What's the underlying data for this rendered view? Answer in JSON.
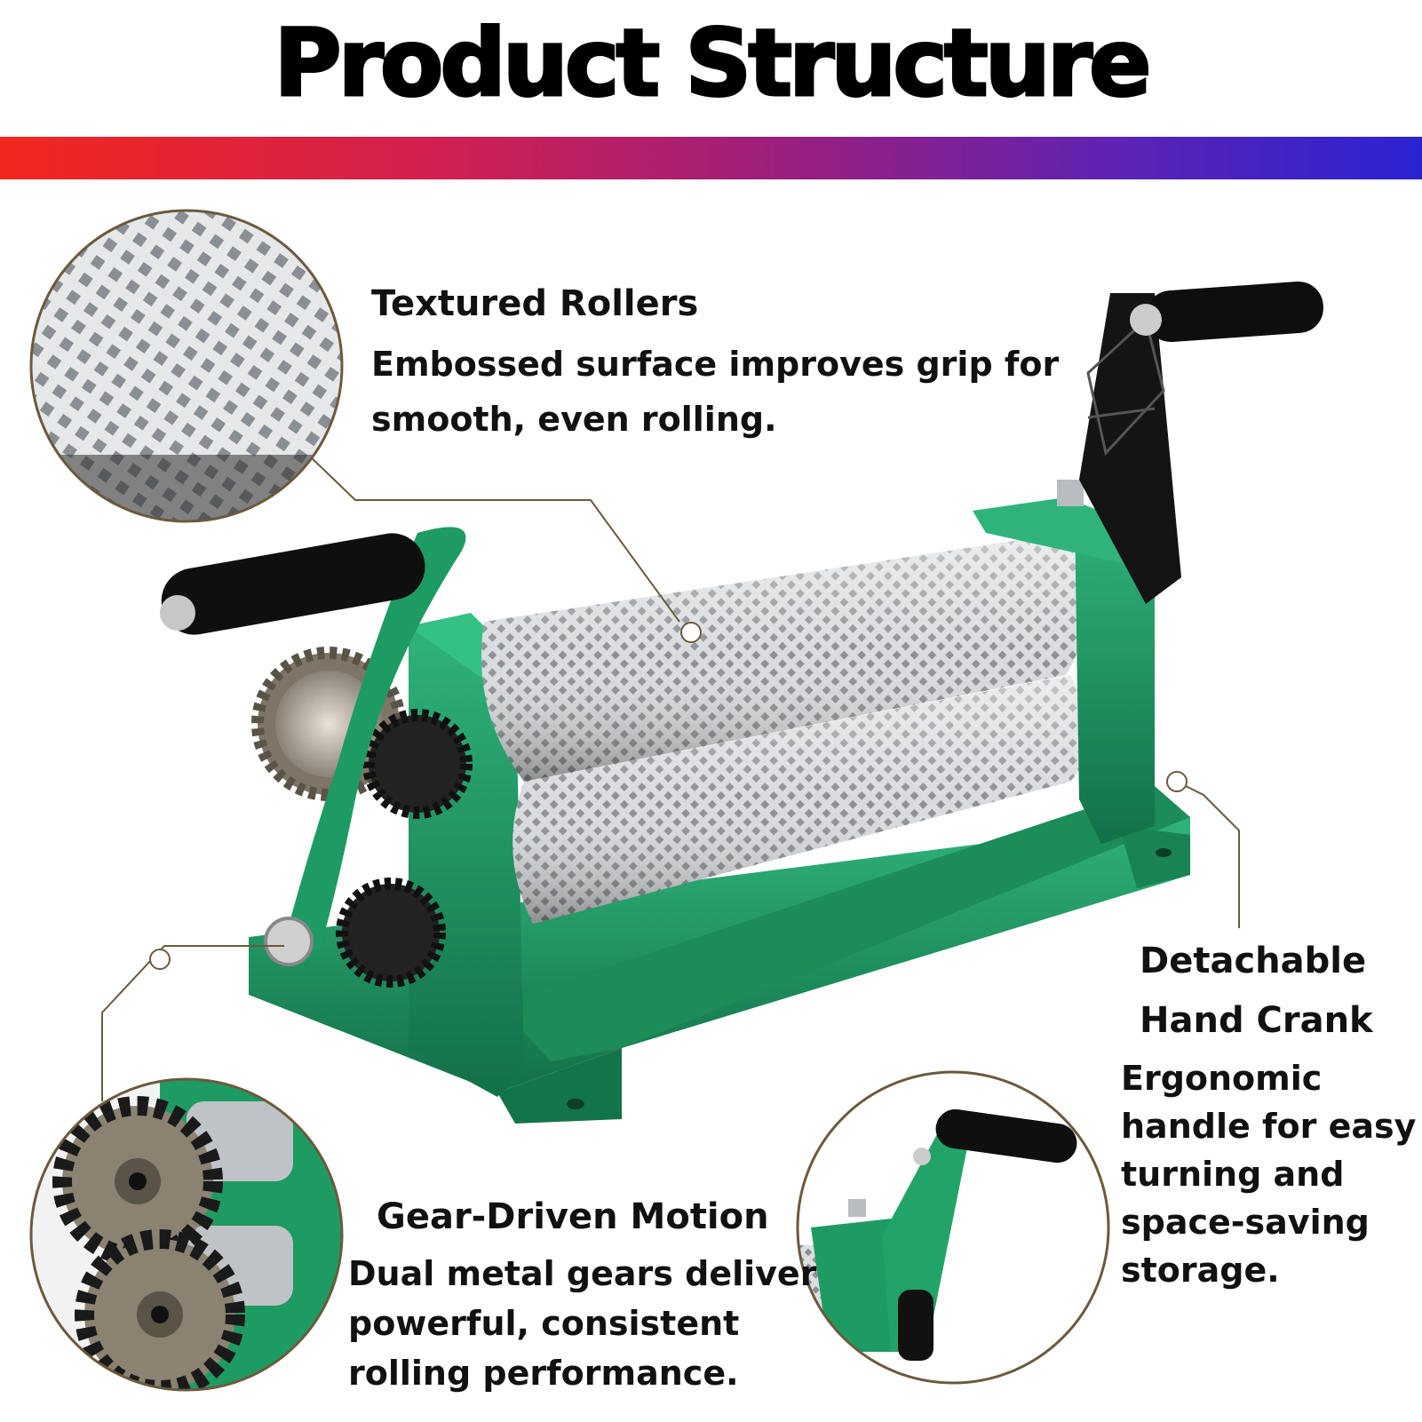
{
  "title": "Product Structure",
  "features": {
    "rollers": {
      "title": "Textured Rollers",
      "desc_line1": "Embossed surface improves grip for",
      "desc_line2": "smooth, even rolling."
    },
    "crank": {
      "title_line1": "Detachable",
      "title_line2": "Hand Crank",
      "desc_line1": "Ergonomic",
      "desc_line2": "handle for easy",
      "desc_line3": "turning and",
      "desc_line4": "space-saving",
      "desc_line5": "storage."
    },
    "gears": {
      "title": "Gear-Driven Motion",
      "desc_line1": "Dual metal gears deliver",
      "desc_line2": "powerful, consistent",
      "desc_line3": "rolling performance."
    }
  },
  "colors": {
    "machine_green": "#1f8f5a",
    "handle_black": "#111111",
    "roller_silver": "#c9ccd0",
    "leader_line": "#6b5a3c"
  },
  "icons": [
    "roller-texture-closeup",
    "gear-closeup",
    "crank-closeup",
    "rolling-mill-illustration"
  ]
}
